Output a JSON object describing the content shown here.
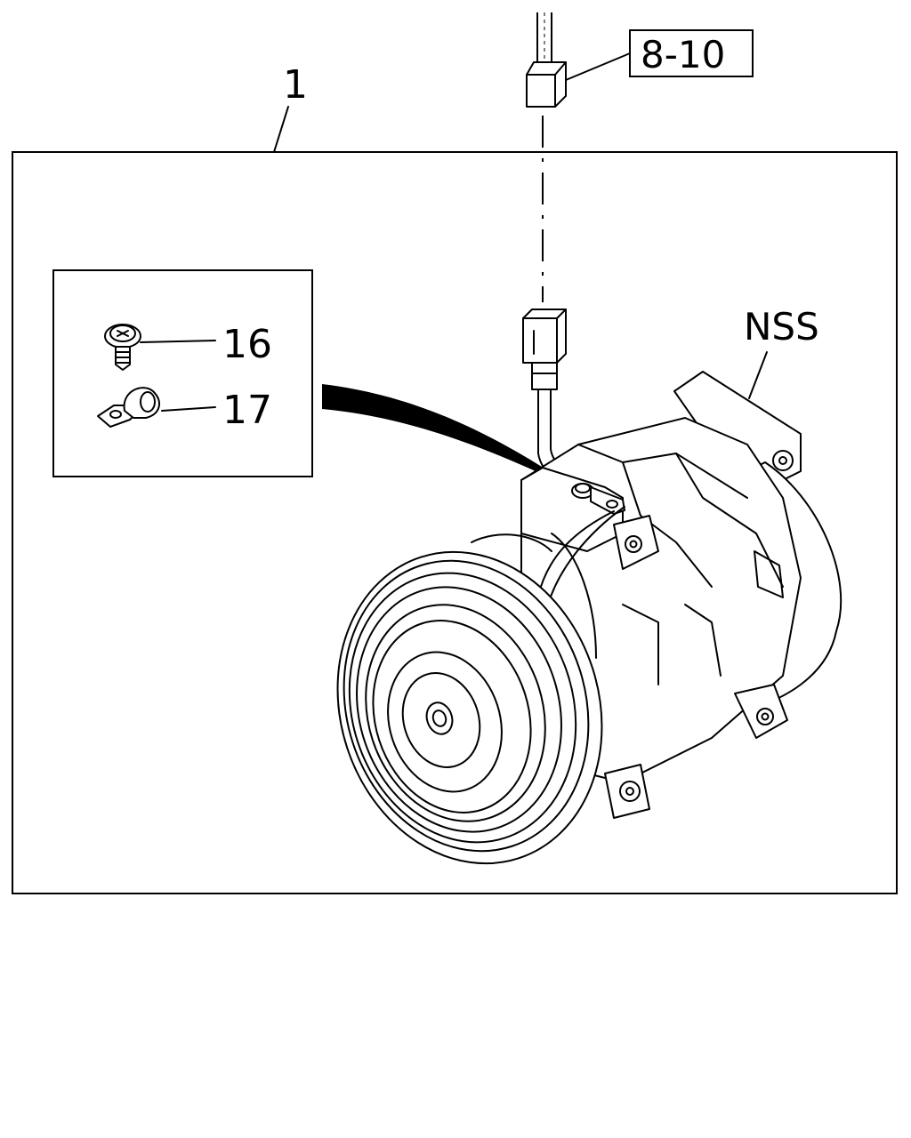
{
  "callouts": {
    "assembly": "1",
    "connector_ref": "8-10",
    "not_serviced": "NSS",
    "screw": "16",
    "clip": "17"
  },
  "icons": [
    "screw-icon",
    "clip-icon",
    "connector-icon",
    "compressor-icon",
    "pulley-icon"
  ],
  "colors": {
    "line": "#000000",
    "background": "#ffffff"
  }
}
